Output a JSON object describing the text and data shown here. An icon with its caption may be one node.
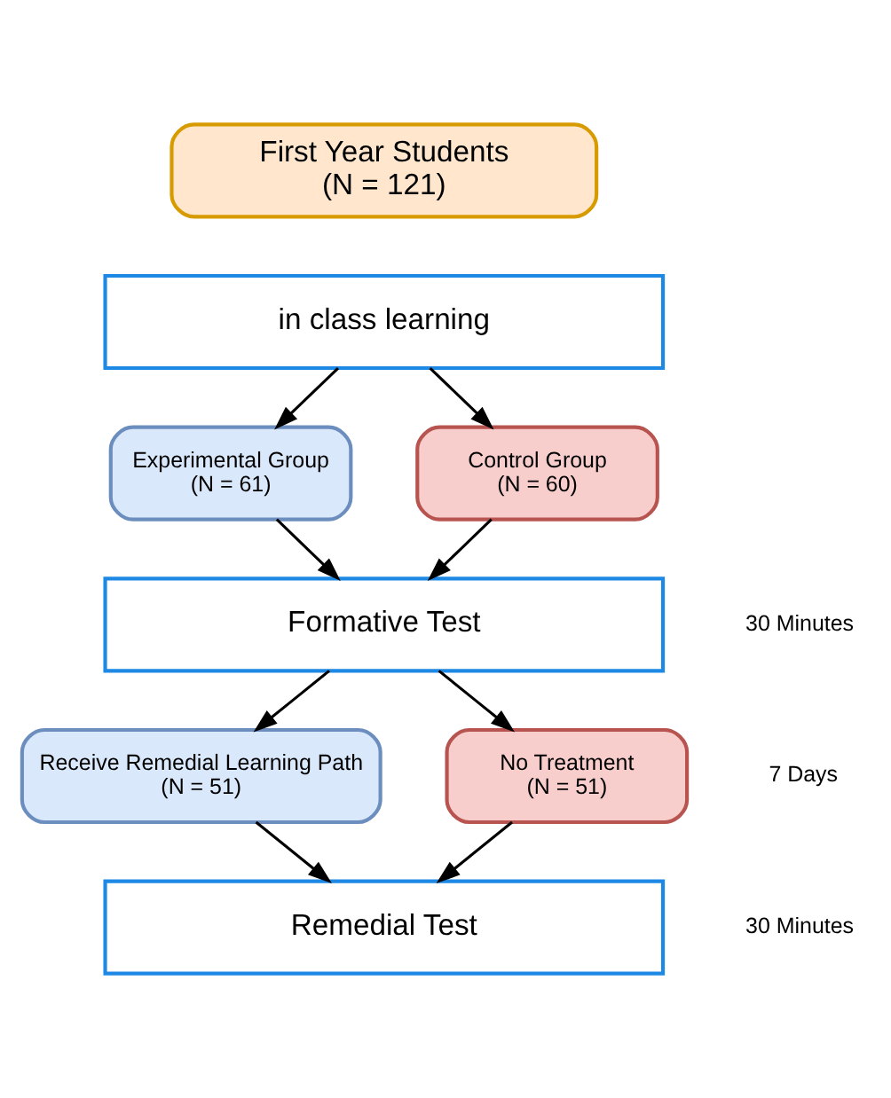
{
  "diagram": {
    "nodes": [
      {
        "text": [
          "First Year Students",
          "(N = 121)"
        ]
      },
      {
        "text": [
          "in class learning"
        ]
      },
      {
        "text": [
          "Experimental Group",
          "(N = 61)"
        ]
      },
      {
        "text": [
          "Control Group",
          "(N = 60)"
        ]
      },
      {
        "text": [
          "Formative Test"
        ],
        "beside": [
          "30 Minutes"
        ]
      },
      {
        "text": [
          "Receive Remedial Learning Path",
          "(N = 51)"
        ]
      },
      {
        "text": [
          "No Treatment",
          "(N = 51)"
        ],
        "beside": [
          "7 Days"
        ]
      },
      {
        "text": [
          "Remedial Test"
        ],
        "beside": [
          "30 Minutes"
        ]
      }
    ],
    "edges": [
      {
        "from": 1,
        "to": 2,
        "arrow": "to"
      },
      {
        "from": 1,
        "to": 3,
        "arrow": "to"
      },
      {
        "from": 2,
        "to": 4,
        "arrow": "to"
      },
      {
        "from": 3,
        "to": 4,
        "arrow": "to"
      },
      {
        "from": 4,
        "to": 5,
        "arrow": "to"
      },
      {
        "from": 4,
        "to": 6,
        "arrow": "to"
      },
      {
        "from": 5,
        "to": 7,
        "arrow": "to"
      },
      {
        "from": 6,
        "to": 7,
        "arrow": "to"
      }
    ]
  }
}
